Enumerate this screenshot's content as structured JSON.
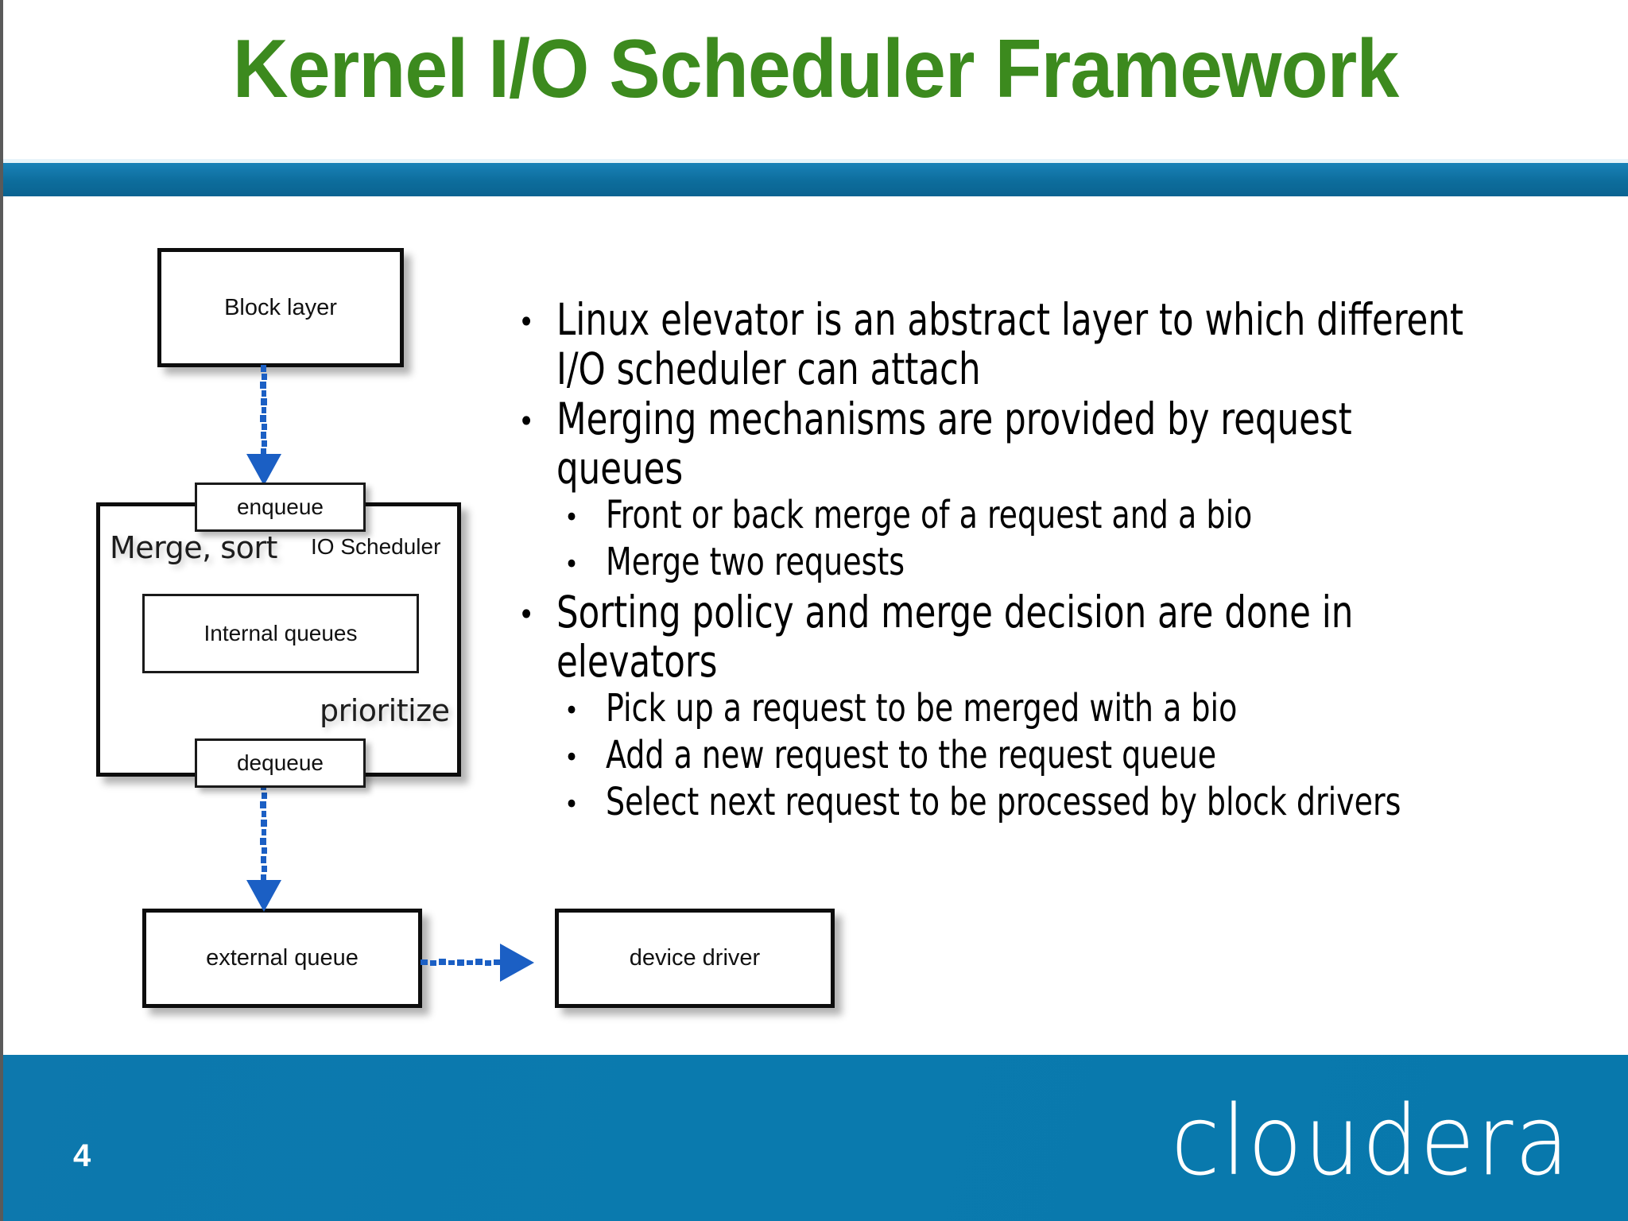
{
  "slide": {
    "title": "Kernel I/O Scheduler Framework",
    "page_number": "4",
    "logo": "cloudera",
    "accent_green": "#3C8A1E",
    "header_blue": "#0D6D9C",
    "footer_blue": "#0A7AAE",
    "arrow_blue": "#1B5FC4"
  },
  "diagram": {
    "boxes": {
      "block_layer": "Block layer",
      "enqueue": "enqueue",
      "dequeue": "dequeue",
      "internal_queues": "Internal queues",
      "external_queue": "external queue",
      "device_driver": "device driver"
    },
    "labels": {
      "merge_sort": "Merge, sort",
      "io_scheduler": "IO Scheduler",
      "prioritize": "prioritize"
    },
    "arrows": [
      {
        "name": "block-layer-to-enqueue",
        "direction": "down"
      },
      {
        "name": "dequeue-to-external-queue",
        "direction": "down"
      },
      {
        "name": "external-queue-to-device-driver",
        "direction": "right"
      }
    ]
  },
  "bullets": [
    {
      "level": 1,
      "marker": "•",
      "text": "Linux elevator is an abstract layer to which different I/O scheduler can attach"
    },
    {
      "level": 1,
      "marker": "•",
      "text": "Merging mechanisms are provided by request queues"
    },
    {
      "level": 2,
      "marker": "•",
      "text": "Front or back merge of a request and a bio"
    },
    {
      "level": 2,
      "marker": "•",
      "text": "Merge two requests"
    },
    {
      "level": 1,
      "marker": "•",
      "text": "Sorting policy and merge decision are done in elevators"
    },
    {
      "level": 2,
      "marker": "•",
      "text": "Pick up a request to be merged with a bio"
    },
    {
      "level": 2,
      "marker": "•",
      "text": "Add a new request to the request queue"
    },
    {
      "level": 2,
      "marker": "•",
      "text": "Select next request to be processed by block drivers"
    }
  ]
}
